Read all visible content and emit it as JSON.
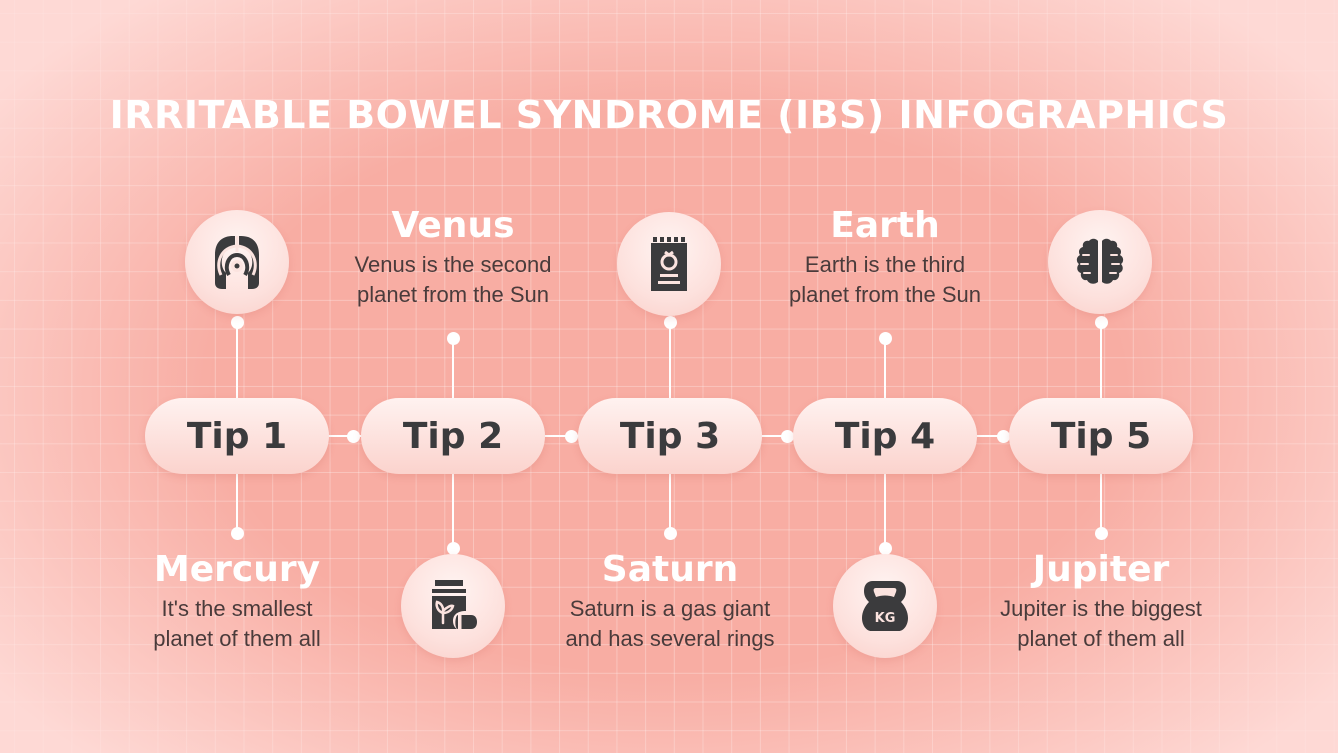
{
  "title": "IRRITABLE BOWEL SYNDROME (IBS) INFOGRAPHICS",
  "colors": {
    "background": "#f8ada3",
    "text_dark": "#3b3b3d",
    "text_desc": "#4a3b3b",
    "white": "#ffffff"
  },
  "tips": [
    {
      "label": "Tip 1",
      "heading": "Mercury",
      "desc_line1": "It's the smallest",
      "desc_line2": "planet of them all",
      "icon": "lungs-icon",
      "icon_position": "top",
      "text_position": "bottom"
    },
    {
      "label": "Tip 2",
      "heading": "Venus",
      "desc_line1": "Venus is the second",
      "desc_line2": "planet from the Sun",
      "icon": "supplement-jar-icon",
      "icon_position": "bottom",
      "text_position": "top"
    },
    {
      "label": "Tip 3",
      "heading": "Saturn",
      "desc_line1": "Saturn is a gas giant",
      "desc_line2": "and has several rings",
      "icon": "diet-notepad-icon",
      "icon_position": "top",
      "text_position": "bottom"
    },
    {
      "label": "Tip 4",
      "heading": "Earth",
      "desc_line1": "Earth is the third",
      "desc_line2": "planet from the Sun",
      "icon": "kettlebell-icon",
      "icon_position": "bottom",
      "text_position": "top"
    },
    {
      "label": "Tip 5",
      "heading": "Jupiter",
      "desc_line1": "Jupiter is the biggest",
      "desc_line2": "planet of them all",
      "icon": "brain-icon",
      "icon_position": "top",
      "text_position": "bottom"
    }
  ],
  "kettlebell_label": "KG"
}
